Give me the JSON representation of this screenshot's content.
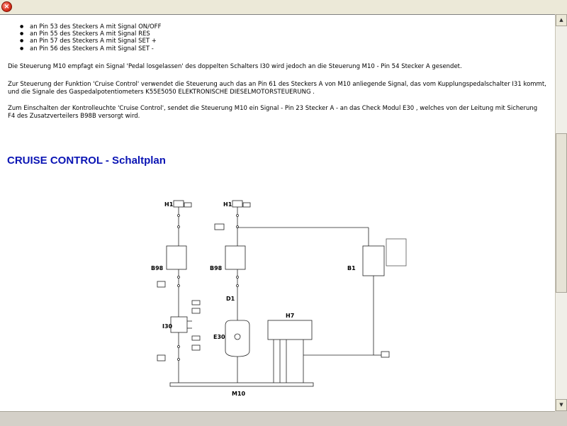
{
  "window": {
    "close_glyph": "×"
  },
  "bullets": [
    "an Pin 53 des Steckers A mit Signal ON/OFF",
    "an Pin 55 des Steckers A mit Signal RES",
    "an Pin 57 des Steckers A mit Signal SET +",
    "an Pin 56 des Steckers A mit Signal SET -"
  ],
  "paragraphs": [
    "Die Steuerung M10 empfagt ein Signal 'Pedal losgelassen' des doppelten Schalters I30 wird jedoch an die Steuerung M10 - Pin 54 Stecker A gesendet.",
    "Zur Steuerung der Funktion 'Cruise Control' verwendet die Steuerung auch das an Pin 61 des Steckers A von M10 anliegende Signal, das vom Kupplungspedalschalter I31 kommt, und die Signale des Gaspedalpotentiometers K55E5050  ELEKTRONISCHE DIESELMOTORSTEUERUNG  .",
    "Zum Einschalten der Kontrolleuchte 'Cruise Control', sendet die Steuerung M10 ein Signal - Pin 23 Stecker A - an das Check Modul E30 , welches von der Leitung mit Sicherung F4 des Zusatzverteilers B98B versorgt wird."
  ],
  "heading": "CRUISE CONTROL - Schaltplan",
  "diagram": {
    "labels": {
      "h1_left": "H1",
      "h1_right": "H1",
      "b98_left": "B98",
      "b98_right": "B98",
      "b1": "B1",
      "d1": "D1",
      "i30": "I30",
      "e30": "E30",
      "h7": "H7",
      "m10": "M10"
    }
  },
  "colors": {
    "heading": "#0a14b4",
    "titlebar": "#ece9d8",
    "close": "#d8301c"
  },
  "icons": [
    "close-icon",
    "scroll-up-icon",
    "scroll-down-icon"
  ]
}
